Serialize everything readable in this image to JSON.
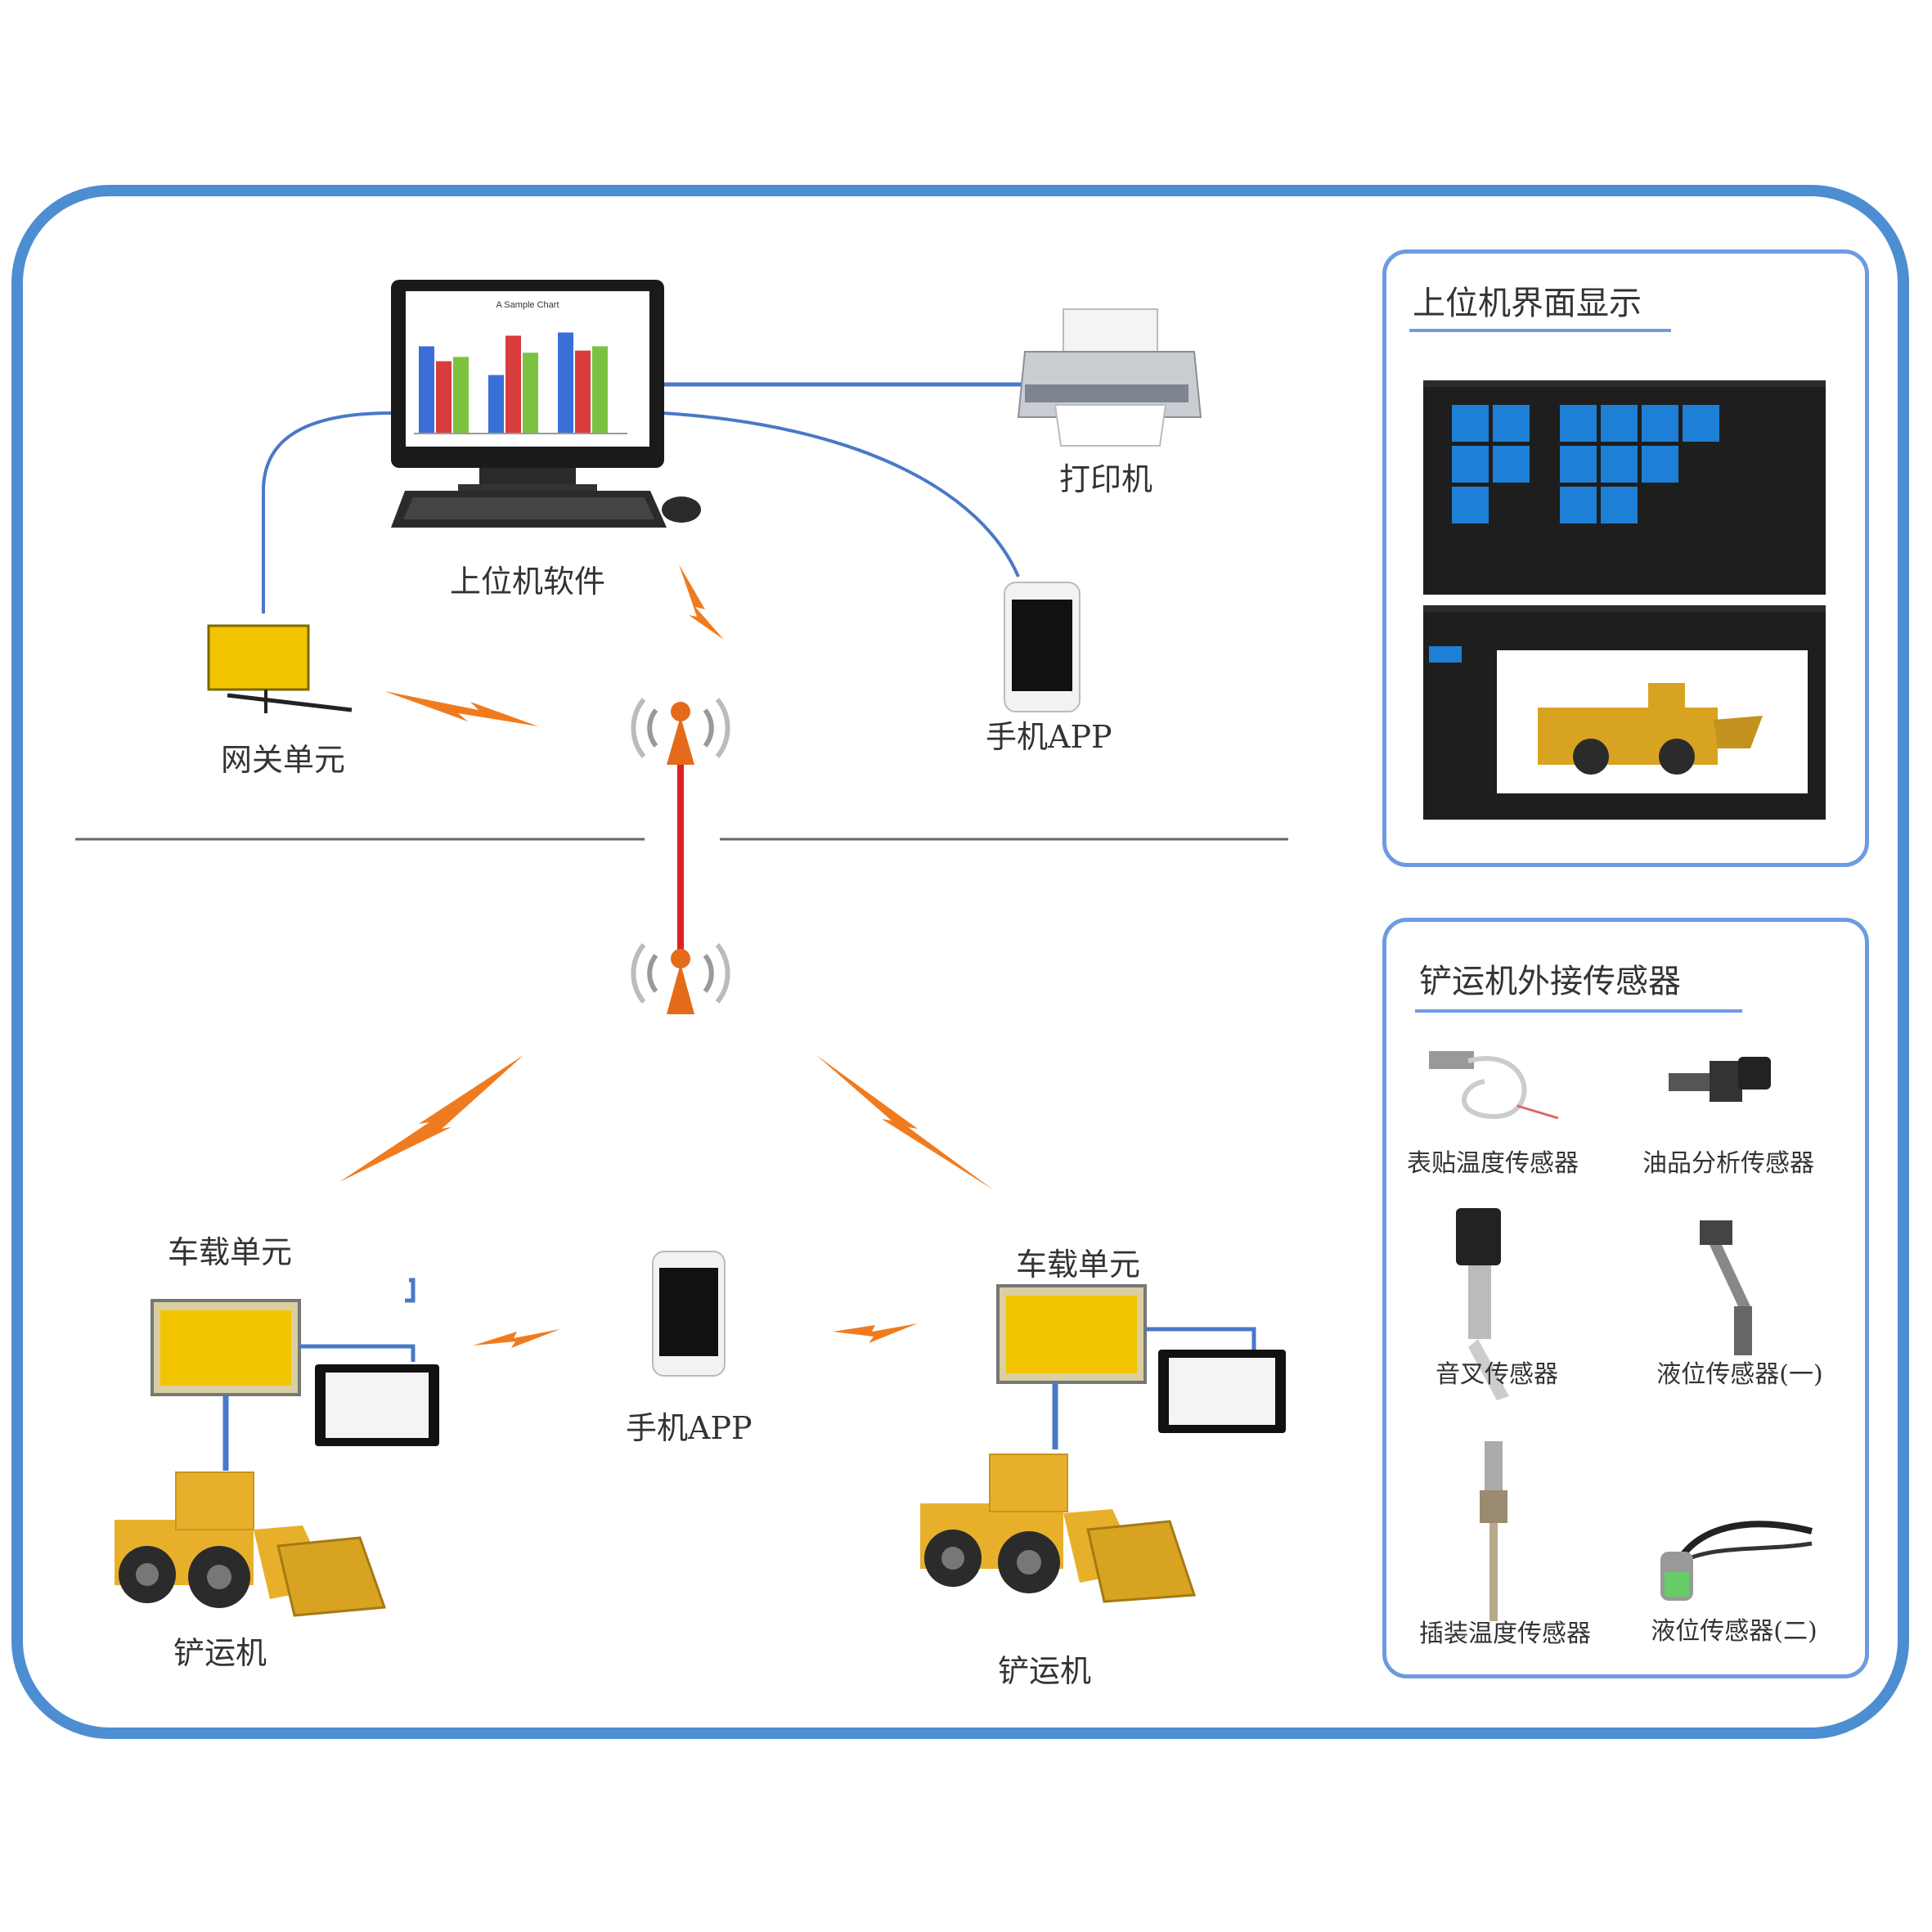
{
  "colors": {
    "frame": "#4d8ed3",
    "panel_border": "#6d9be0",
    "wire": "#4a78c8",
    "lightning": "#f07b1e",
    "radio_link": "#e02020",
    "device_yellow": "#f2c400",
    "loader_yellow": "#e8b02a",
    "screen_dark": "#1e1e1e",
    "tile_blue": "#1e7fd6"
  },
  "nodes": {
    "host_software": "上位机软件",
    "printer": "打印机",
    "phone_app_top": "手机APP",
    "gateway_unit": "网关单元",
    "vehicle_unit_left": "车载单元",
    "vehicle_unit_right": "车载单元",
    "phone_app_middle": "手机APP",
    "loader_left": "铲运机",
    "loader_right": "铲运机"
  },
  "chart_thumbnail": {
    "title": "A Sample Chart",
    "groups": [
      {
        "values": [
          0.82,
          0.68,
          0.72
        ]
      },
      {
        "values": [
          0.55,
          0.92,
          0.76
        ]
      },
      {
        "values": [
          0.95,
          0.78,
          0.82
        ]
      }
    ],
    "bar_colors": [
      "#3a6fd8",
      "#d93c3c",
      "#7cc242"
    ]
  },
  "host_ui_panel": {
    "title": "上位机界面显示"
  },
  "sensor_panel": {
    "title": "铲运机外接传感器",
    "sensors": [
      {
        "label": "表贴温度传感器",
        "icon": "surface-temperature-sensor-icon"
      },
      {
        "label": "油品分析传感器",
        "icon": "oil-analysis-sensor-icon"
      },
      {
        "label": "音叉传感器",
        "icon": "tuning-fork-sensor-icon"
      },
      {
        "label": "液位传感器(一)",
        "icon": "level-sensor-1-icon"
      },
      {
        "label": "插装温度传感器",
        "icon": "insertion-temperature-sensor-icon"
      },
      {
        "label": "液位传感器(二)",
        "icon": "level-sensor-2-icon"
      }
    ]
  }
}
